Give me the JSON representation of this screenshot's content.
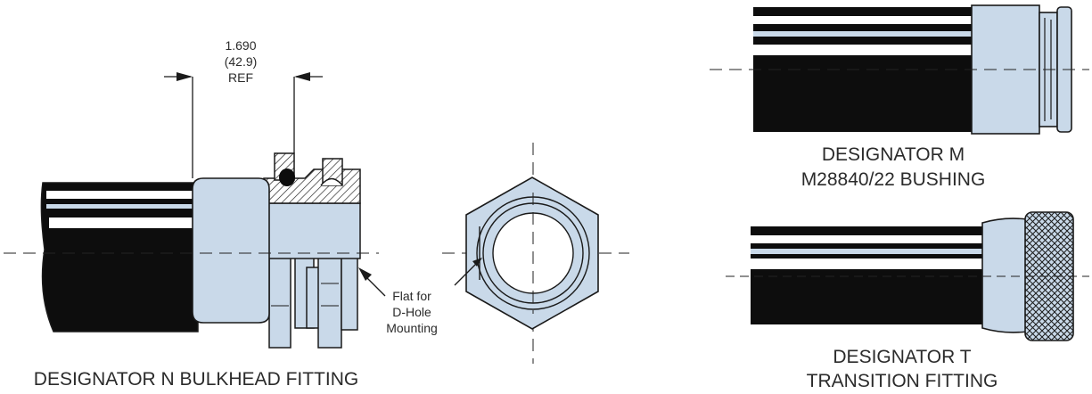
{
  "colors": {
    "body": "#c9d9e9",
    "hose": "#0d0d0d",
    "stripe": "#ffffff",
    "line": "#1a1a1a",
    "dashed": "#222222",
    "text": "#2b2b2b"
  },
  "dimension": {
    "inches": "1.690",
    "mm": "(42.9)",
    "ref": "REF"
  },
  "callout": {
    "line1": "Flat for",
    "line2": "D-Hole",
    "line3": "Mounting"
  },
  "captions": {
    "n": "DESIGNATOR N BULKHEAD FITTING",
    "m_line1": "DESIGNATOR M",
    "m_line2": "M28840/22 BUSHING",
    "t_line1": "DESIGNATOR T",
    "t_line2": "TRANSITION FITTING"
  }
}
